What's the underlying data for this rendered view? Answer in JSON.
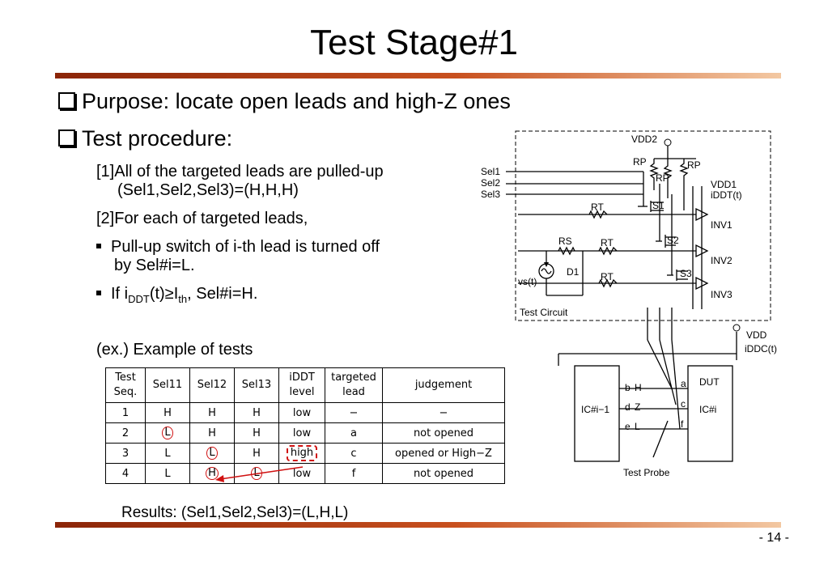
{
  "slide": {
    "title": "Test Stage#1",
    "bullet1": "Purpose: locate open leads and high-Z ones",
    "bullet2": "Test procedure:",
    "step1_line1": "[1]All of the targeted leads are pulled-up",
    "step1_line2": "(Sel1,Sel2,Sel3)=(H,H,H)",
    "step2": "[2]For each of targeted leads,",
    "sub1_line1": "Pull-up switch of i-th lead is turned off",
    "sub1_line2": "by Sel#i=L.",
    "sub2_a": "If i",
    "sub2_sub1": "DDT",
    "sub2_b": "(t)≥I",
    "sub2_sub2": "th",
    "sub2_c": ", Sel#i=H.",
    "example": "(ex.) Example of tests",
    "results": "Results: (Sel1,Sel2,Sel3)=(L,H,L)",
    "page": "- 14 -"
  },
  "table": {
    "headers": [
      "Test Seq.",
      "Sel11",
      "Sel12",
      "Sel13",
      "iDDT level",
      "targeted lead",
      "judgement"
    ],
    "header_lines": [
      [
        "Test",
        "Seq."
      ],
      [
        "Sel11"
      ],
      [
        "Sel12"
      ],
      [
        "Sel13"
      ],
      [
        "iDDT",
        "level"
      ],
      [
        "targeted",
        "lead"
      ],
      [
        "judgement"
      ]
    ],
    "rows": [
      [
        "1",
        "H",
        "H",
        "H",
        "low",
        "−",
        "−"
      ],
      [
        "2",
        "L",
        "H",
        "H",
        "low",
        "a",
        "not opened"
      ],
      [
        "3",
        "L",
        "L",
        "H",
        "high",
        "c",
        "opened or High−Z"
      ],
      [
        "4",
        "L",
        "H",
        "L",
        "low",
        "f",
        "not opened"
      ]
    ]
  },
  "circuit": {
    "vdd2": "VDD2",
    "rp": "RP",
    "vdd1": "VDD1",
    "iddt": "iDDT(t)",
    "sel1": "Sel1",
    "sel2": "Sel2",
    "sel3": "Sel3",
    "s1": "S1",
    "s2": "S2",
    "s3": "S3",
    "rt": "RT",
    "rs": "RS",
    "d1": "D1",
    "vs": "vs(t)",
    "inv1": "INV1",
    "inv2": "INV2",
    "inv3": "INV3",
    "test_circuit": "Test Circuit",
    "vdd": "VDD",
    "iddc": "iDDC(t)",
    "dut": "DUT",
    "ic_prev": "IC#i−1",
    "ic_i": "IC#i",
    "pin_a": "a",
    "pin_b": "b",
    "pin_c": "c",
    "pin_d": "d",
    "pin_e": "e",
    "pin_f": "f",
    "lead_h": "H",
    "lead_z": "Z",
    "lead_l": "L",
    "probe": "Test Probe"
  },
  "colors": {
    "accent_dark": "#8b2508",
    "accent_light": "#f3c8a2",
    "mark": "#d01010"
  }
}
